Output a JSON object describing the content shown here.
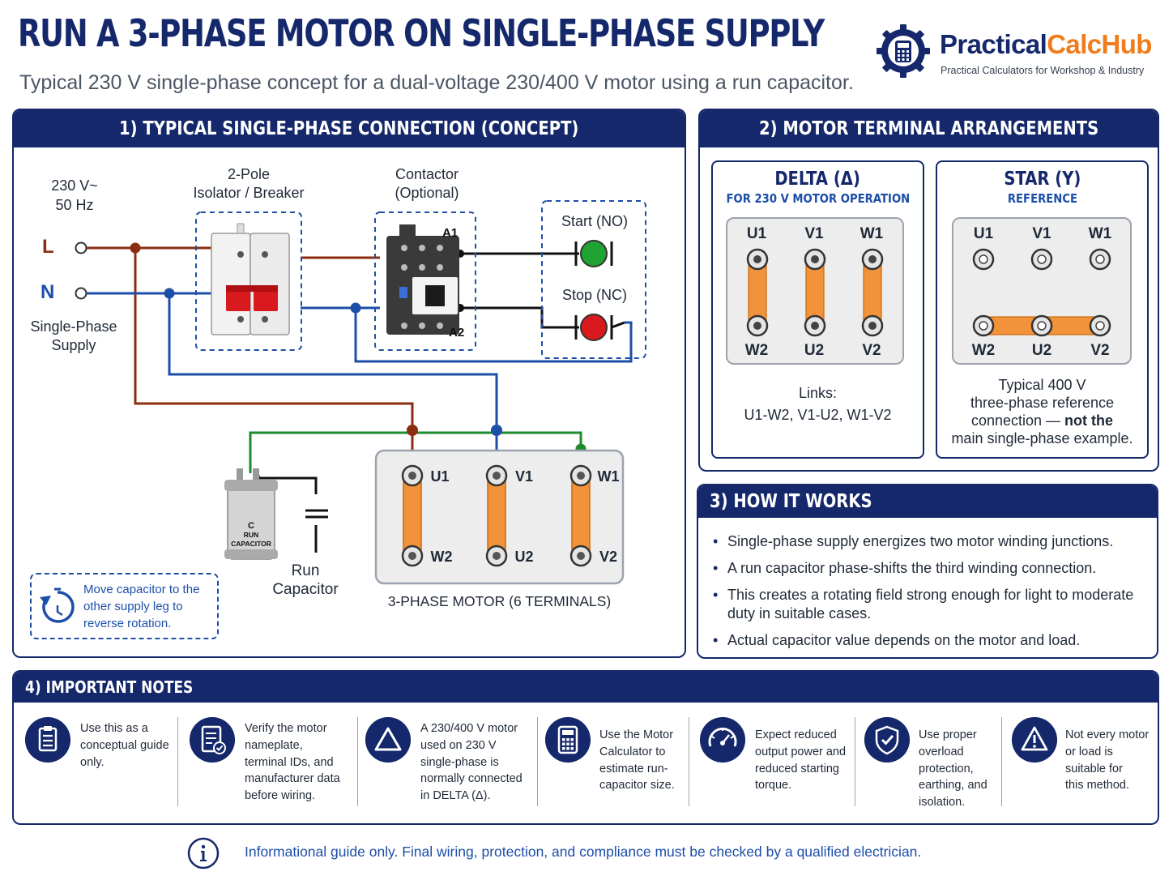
{
  "header": {
    "title": "RUN A 3-PHASE MOTOR ON SINGLE-PHASE SUPPLY",
    "subtitle": "Typical 230 V single-phase concept for a dual-voltage 230/400 V motor using a run capacitor.",
    "brand_part1": "Practical",
    "brand_part2": "CalcHub",
    "brand_tagline": "Practical Calculators for Workshop & Industry",
    "brand_icon": "gear-calculator-icon"
  },
  "colors": {
    "navy": "#14286b",
    "orange": "#f07d1d",
    "line_brown": "#8b2c0f",
    "neutral_blue": "#1d4ea8",
    "capacitor_green": "#1e8a2e",
    "link_orange": "#f2923a",
    "start_green": "#1fa331",
    "stop_red": "#d8191d"
  },
  "section1": {
    "title": "1) TYPICAL SINGLE-PHASE CONNECTION (CONCEPT)",
    "supply_voltage": "230 V~",
    "supply_freq": "50 Hz",
    "line_label": "L",
    "neutral_label": "N",
    "supply_label_1": "Single-Phase",
    "supply_label_2": "Supply",
    "isolator_label_1": "2-Pole",
    "isolator_label_2": "Isolator / Breaker",
    "contactor_label_1": "Contactor",
    "contactor_label_2": "(Optional)",
    "coil_a1": "A1",
    "coil_a2": "A2",
    "start_label": "Start (NO)",
    "stop_label": "Stop (NC)",
    "cap_body_c": "C",
    "cap_body_run": "RUN",
    "cap_body_cap": "CAPACITOR",
    "run_cap_label_1": "Run",
    "run_cap_label_2": "Capacitor",
    "motor_label": "3-PHASE MOTOR (6 TERMINALS)",
    "motor_terminals": [
      "U1",
      "V1",
      "W1",
      "W2",
      "U2",
      "V2"
    ],
    "reverse_note_1": "Move capacitor to the",
    "reverse_note_2": "other supply leg to",
    "reverse_note_3": "reverse rotation.",
    "reverse_icon": "rotate-arrow-icon"
  },
  "section2": {
    "title": "2) MOTOR TERMINAL ARRANGEMENTS",
    "delta": {
      "title": "DELTA (Δ)",
      "subtitle": "FOR 230 V MOTOR OPERATION",
      "top_terminals": [
        "U1",
        "V1",
        "W1"
      ],
      "bottom_terminals": [
        "W2",
        "U2",
        "V2"
      ],
      "links_title": "Links:",
      "links": "U1-W2, V1-U2, W1-V2"
    },
    "star": {
      "title": "STAR (Y)",
      "subtitle": "REFERENCE",
      "top_terminals": [
        "U1",
        "V1",
        "W1"
      ],
      "bottom_terminals": [
        "W2",
        "U2",
        "V2"
      ],
      "note_1": "Typical 400 V",
      "note_2": "three-phase reference",
      "note_3_a": "connection — ",
      "note_3_b": "not the",
      "note_4": "main single-phase example."
    }
  },
  "section3": {
    "title": "3) HOW IT WORKS",
    "bullets": [
      "Single-phase supply energizes two motor winding junctions.",
      "A run capacitor phase-shifts the third winding connection.",
      "This creates a rotating field strong enough for light to moderate duty in suitable cases.",
      "Actual capacitor value depends on the motor and load."
    ]
  },
  "section4": {
    "title": "4) IMPORTANT NOTES",
    "notes": [
      {
        "icon": "clipboard-icon",
        "lines": [
          "Use this as a",
          "conceptual guide",
          "only."
        ]
      },
      {
        "icon": "document-check-icon",
        "lines": [
          "Verify the motor",
          "nameplate,",
          "terminal IDs, and",
          "manufacturer data",
          "before wiring."
        ]
      },
      {
        "icon": "triangle-delta-icon",
        "lines": [
          "A 230/400 V motor",
          "used on 230 V",
          "single-phase is",
          "normally connected",
          "in DELTA (Δ)."
        ]
      },
      {
        "icon": "calculator-icon",
        "lines": [
          "Use the Motor",
          "Calculator to",
          "estimate run-",
          "capacitor size."
        ]
      },
      {
        "icon": "gauge-icon",
        "lines": [
          "Expect reduced",
          "output power and",
          "reduced starting",
          "torque."
        ]
      },
      {
        "icon": "shield-check-icon",
        "lines": [
          "Use proper",
          "overload",
          "protection,",
          "earthing, and",
          "isolation."
        ]
      },
      {
        "icon": "warning-icon",
        "lines": [
          "Not every motor",
          "or load is",
          "suitable for",
          "this method."
        ]
      }
    ]
  },
  "footer": {
    "icon": "info-icon",
    "text": "Informational guide only. Final wiring, protection, and compliance must be checked by a qualified electrician."
  }
}
